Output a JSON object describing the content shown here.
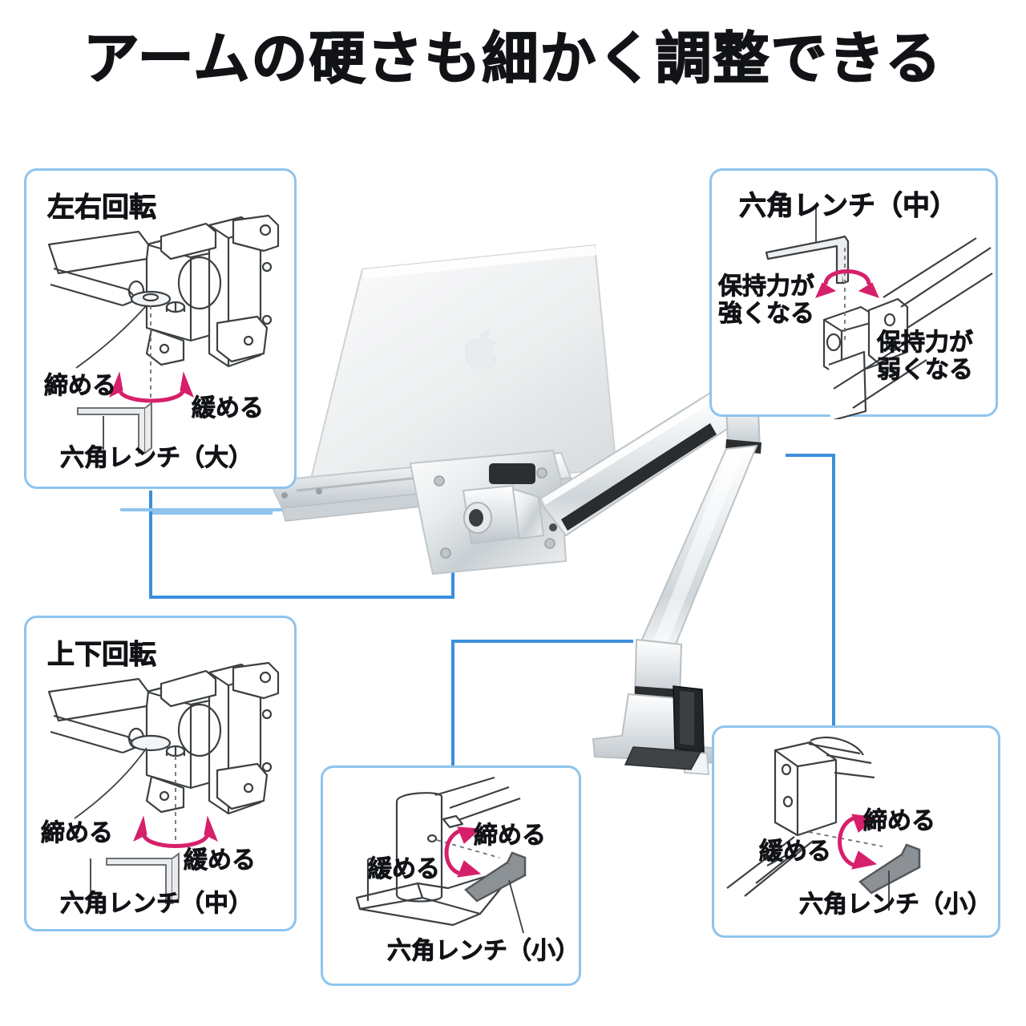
{
  "page": {
    "title": "アームの硬さも細かく調整できる",
    "background_color": "#ffffff",
    "panel_border_color": "#8ec4ee",
    "connector_color": "#3c8fdc",
    "connector_color_light": "#8ec4ee",
    "arrow_color": "#d6206b",
    "text_color": "#111316"
  },
  "product": {
    "name": "laptop-monitor-arm",
    "laptop_brand_icon": "apple-logo",
    "parts": [
      "laptop-tray",
      "vesa-mount-head",
      "tilt-joint",
      "upper-arm",
      "elbow-joint",
      "lower-arm",
      "post",
      "desk-clamp"
    ],
    "finish_color": "#d9dde0",
    "accent_color": "#2b2b2b"
  },
  "panels": [
    {
      "id": "left-right-rotation",
      "title": "左右回転",
      "tighten_label": "締める",
      "loosen_label": "緩める",
      "tool_label": "六角レンチ（大）",
      "tool_size": "large"
    },
    {
      "id": "holding-force",
      "title": "",
      "tool_label": "六角レンチ（中）",
      "stronger_label": "保持力が\n強くなる",
      "weaker_label": "保持力が\n弱くなる",
      "tool_size": "medium"
    },
    {
      "id": "up-down-rotation",
      "title": "上下回転",
      "tighten_label": "締める",
      "loosen_label": "緩める",
      "tool_label": "六角レンチ（中）",
      "tool_size": "medium"
    },
    {
      "id": "desk-clamp-adjust",
      "title": "",
      "tighten_label": "締める",
      "loosen_label": "緩める",
      "tool_label": "六角レンチ（小）",
      "tool_size": "small"
    },
    {
      "id": "arm-joint-adjust",
      "title": "",
      "tighten_label": "締める",
      "loosen_label": "緩める",
      "tool_label": "六角レンチ（小）",
      "tool_size": "small"
    }
  ]
}
